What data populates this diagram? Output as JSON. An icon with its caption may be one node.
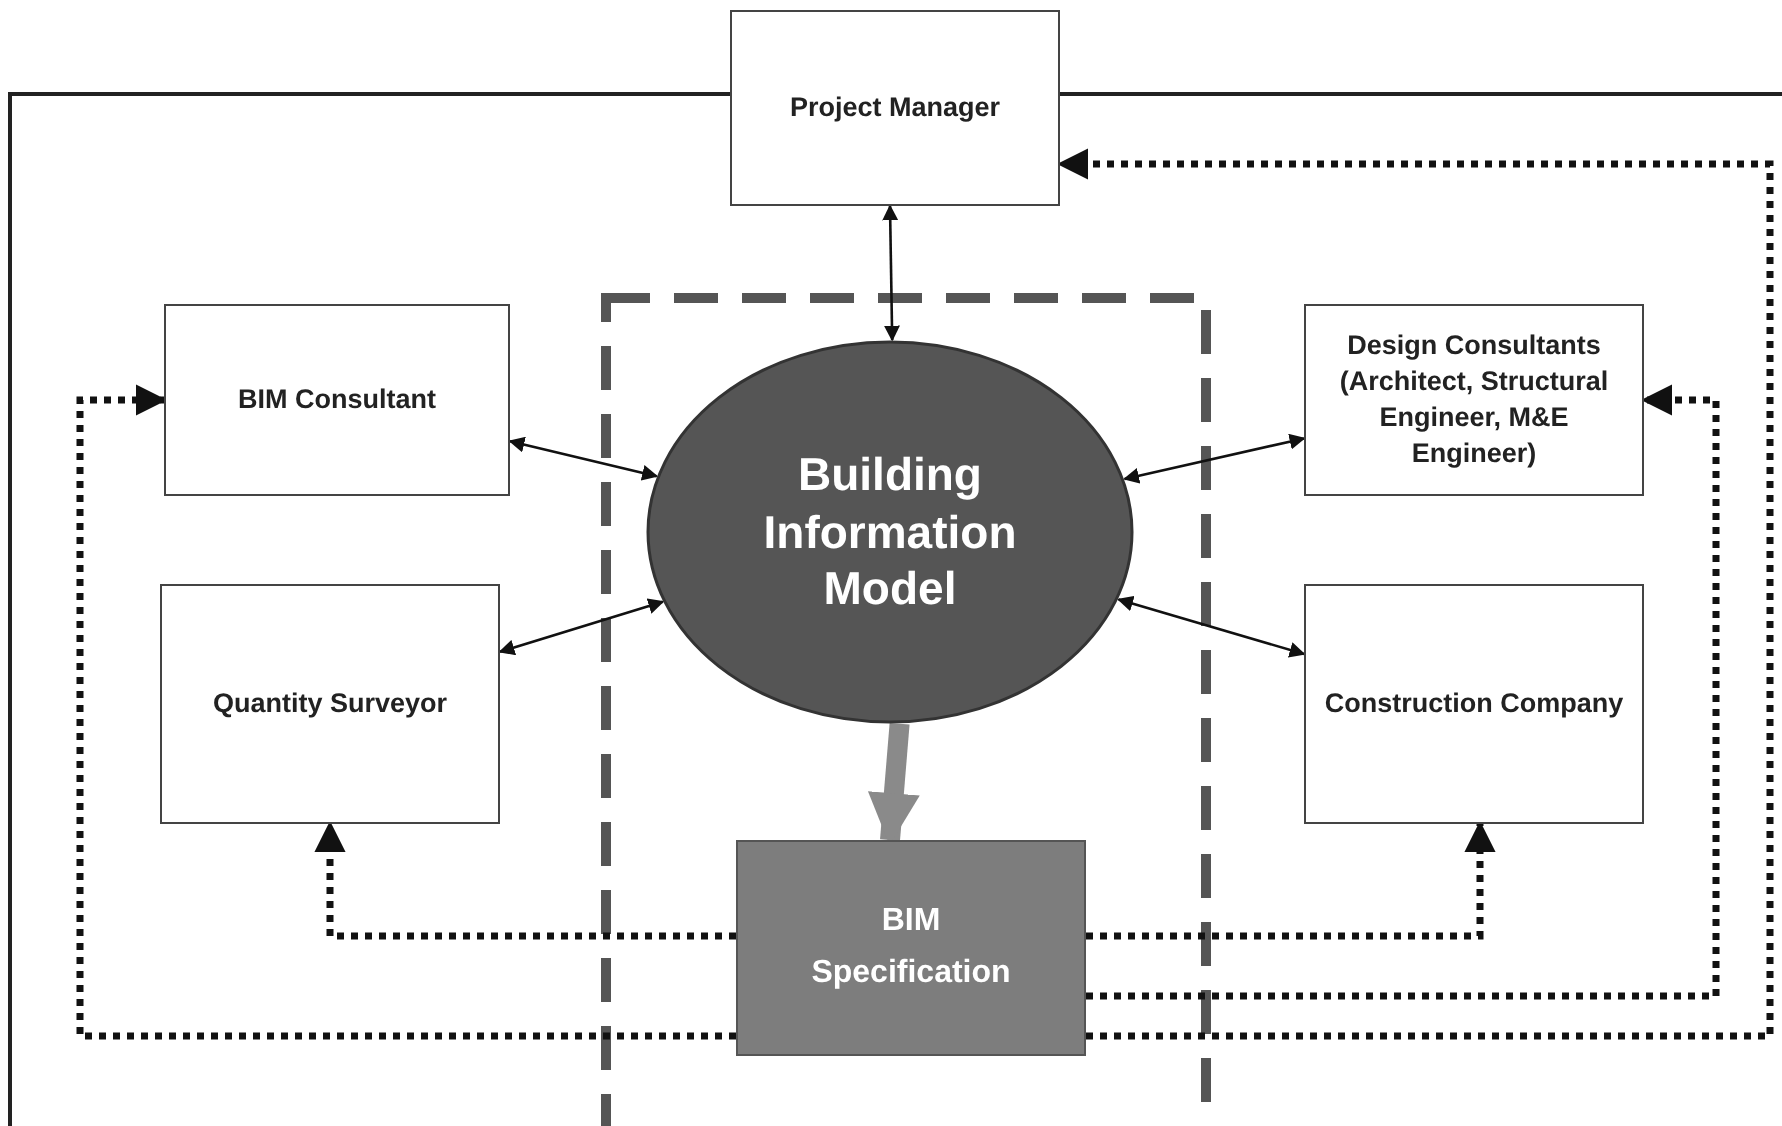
{
  "diagram": {
    "nodes": [
      {
        "text": [
          "Project Manager"
        ]
      },
      {
        "text": [
          "BIM Consultant"
        ]
      },
      {
        "text": [
          "Design Consultants (Architect, Structural Engineer, M&E Engineer)"
        ]
      },
      {
        "text": [
          "Building Information Model"
        ]
      },
      {
        "text": [
          "Quantity Surveyor"
        ]
      },
      {
        "text": [
          "Construction Company"
        ]
      },
      {
        "text": [
          "BIM Specification"
        ]
      }
    ],
    "edges": [
      {
        "from": 0,
        "to": 3,
        "arrow": "both"
      },
      {
        "from": 1,
        "to": 3,
        "arrow": "both"
      },
      {
        "from": 2,
        "to": 3,
        "arrow": "both"
      },
      {
        "from": 4,
        "to": 3,
        "arrow": "both"
      },
      {
        "from": 5,
        "to": 3,
        "arrow": "both"
      },
      {
        "from": 3,
        "to": 6,
        "arrow": "to",
        "style": "thick",
        "color": "#8a8a8a"
      },
      {
        "from": 6,
        "to": 4,
        "arrow": "to",
        "style": "dashed"
      },
      {
        "from": 6,
        "to": 5,
        "arrow": "to",
        "style": "dashed"
      },
      {
        "from": 6,
        "to": 1,
        "arrow": "to",
        "style": "dashed"
      },
      {
        "from": 6,
        "to": 2,
        "arrow": "to",
        "style": "dashed"
      },
      {
        "from": 6,
        "to": 0,
        "arrow": "to",
        "style": "dashed"
      }
    ]
  }
}
